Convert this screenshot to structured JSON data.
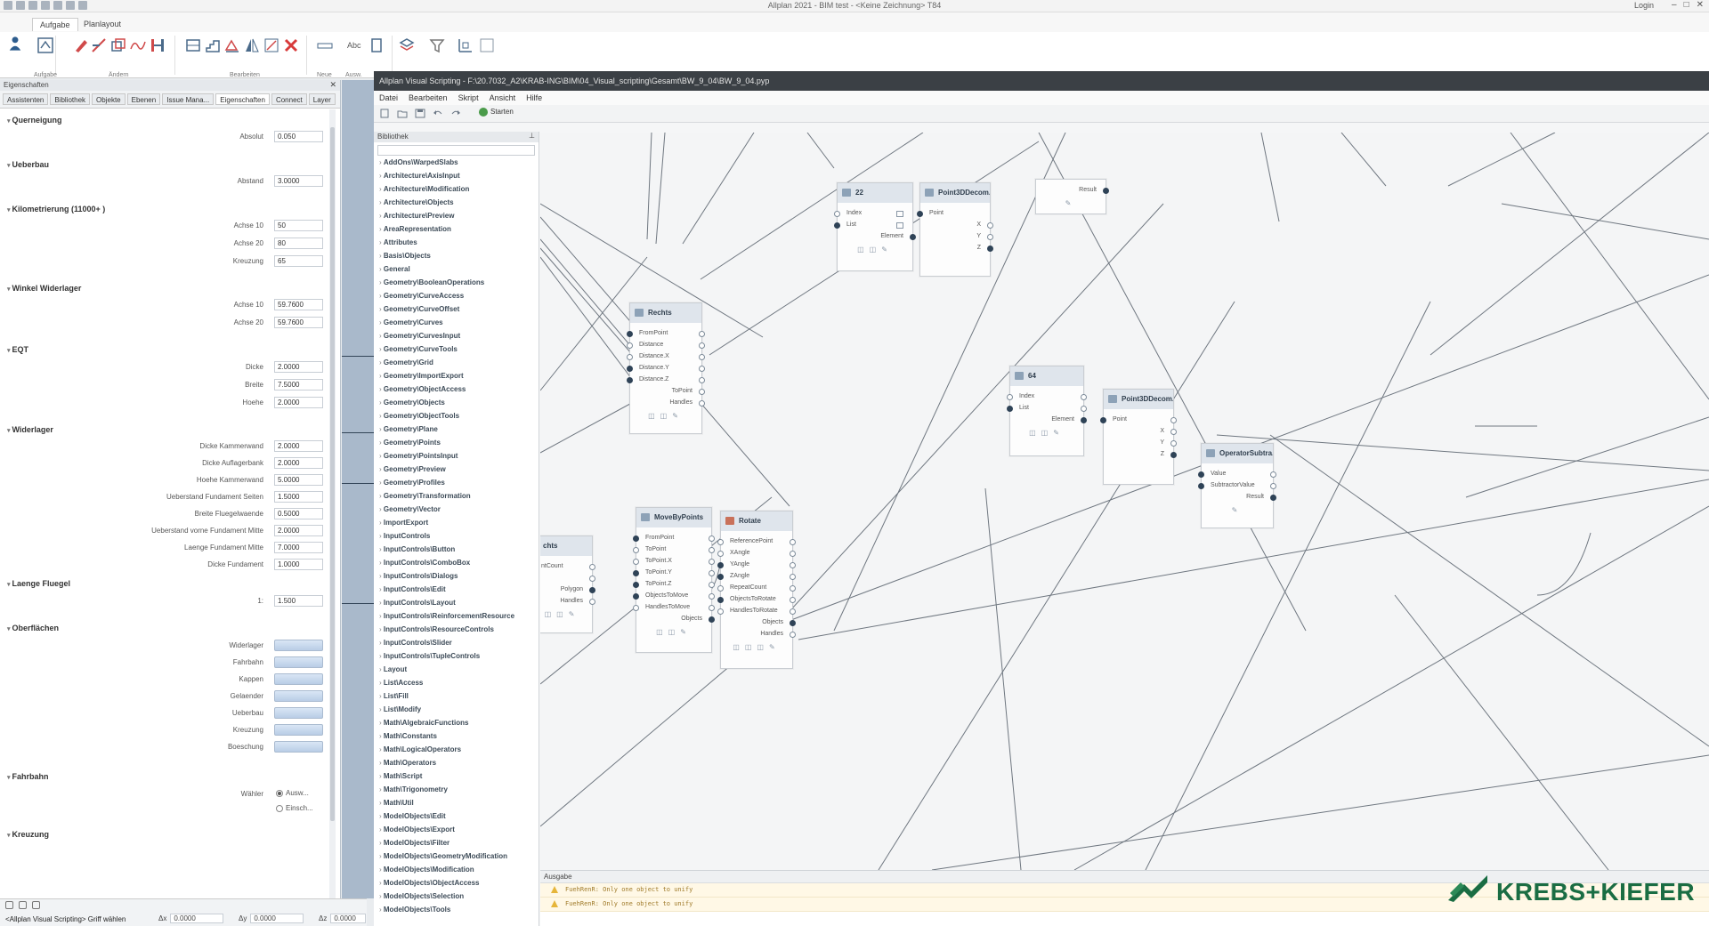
{
  "app": {
    "window_title": "Allplan 2021 - BIM test - <Keine Zeichnung> T84",
    "login": "Login"
  },
  "ribbon": {
    "tabs": [
      "Aufgabe",
      "Planlayout"
    ],
    "group_labels": [
      "Aufgabe",
      "Ändern",
      "Bearbeiten",
      "Neue",
      "Ausw."
    ]
  },
  "properties": {
    "header": "Eigenschaften",
    "tabs": [
      "Assistenten",
      "Bibliothek",
      "Objekte",
      "Ebenen",
      "Issue Mana...",
      "Eigenschaften",
      "Connect",
      "Layer"
    ],
    "sections": [
      {
        "title": "Querneigung",
        "rows": [
          {
            "label": "Absolut",
            "value": "0.050"
          }
        ]
      },
      {
        "title": "Ueberbau",
        "rows": [
          {
            "label": "Abstand",
            "value": "3.0000"
          }
        ]
      },
      {
        "title": "Kilometrierung (11000+ )",
        "rows": [
          {
            "label": "Achse 10",
            "value": "50"
          },
          {
            "label": "Achse 20",
            "value": "80"
          },
          {
            "label": "Kreuzung",
            "value": "65"
          }
        ]
      },
      {
        "title": "Winkel Widerlager",
        "rows": [
          {
            "label": "Achse 10",
            "value": "59.7600"
          },
          {
            "label": "Achse 20",
            "value": "59.7600"
          }
        ]
      },
      {
        "title": "EQT",
        "rows": [
          {
            "label": "Dicke",
            "value": "2.0000"
          },
          {
            "label": "Breite",
            "value": "7.5000"
          },
          {
            "label": "Hoehe",
            "value": "2.0000"
          }
        ]
      },
      {
        "title": "Widerlager",
        "rows": [
          {
            "label": "Dicke Kammerwand",
            "value": "2.0000"
          },
          {
            "label": "Dicke Auflagerbank",
            "value": "2.0000"
          },
          {
            "label": "Hoehe Kammerwand",
            "value": "5.0000"
          },
          {
            "label": "Ueberstand Fundament Seiten",
            "value": "1.5000"
          },
          {
            "label": "Breite Fluegelwaende",
            "value": "0.5000"
          },
          {
            "label": "Ueberstand vorne Fundament Mitte",
            "value": "2.0000"
          },
          {
            "label": "Laenge Fundament Mitte",
            "value": "7.0000"
          },
          {
            "label": "Dicke Fundament",
            "value": "1.0000"
          }
        ]
      },
      {
        "title": "Laenge Fluegel",
        "rows": [
          {
            "label": "1:",
            "value": "1.500"
          }
        ]
      },
      {
        "title": "Oberflächen",
        "swatches": [
          "Widerlager",
          "Fahrbahn",
          "Kappen",
          "Gelaender",
          "Ueberbau",
          "Kreuzung",
          "Boeschung"
        ]
      },
      {
        "title": "Fahrbahn",
        "radio_label": "Wähler",
        "radios": [
          "Ausw...",
          "Einsch..."
        ]
      },
      {
        "title": "Kreuzung"
      }
    ]
  },
  "statusbar": {
    "message": "<Allplan Visual Scripting> Griff wählen",
    "dx_label": "Δx",
    "dx_value": "0.0000",
    "dy_label": "Δy",
    "dy_value": "0.0000",
    "dz_label": "Δz",
    "dz_value": "0.0000"
  },
  "visual_scripting": {
    "title": "Allplan Visual Scripting - F:\\20.7032_A2\\KRAB-ING\\BIM\\04_Visual_scripting\\Gesamt\\BW_9_04\\BW_9_04.pyp",
    "menu": [
      "Datei",
      "Bearbeiten",
      "Skript",
      "Ansicht",
      "Hilfe"
    ],
    "start_label": "Starten",
    "library_title": "Bibliothek",
    "library_items": [
      "AddOns\\WarpedSlabs",
      "Architecture\\AxisInput",
      "Architecture\\Modification",
      "Architecture\\Objects",
      "Architecture\\Preview",
      "AreaRepresentation",
      "Attributes",
      "Basis\\Objects",
      "General",
      "Geometry\\BooleanOperations",
      "Geometry\\CurveAccess",
      "Geometry\\CurveOffset",
      "Geometry\\Curves",
      "Geometry\\CurvesInput",
      "Geometry\\CurveTools",
      "Geometry\\Grid",
      "Geometry\\ImportExport",
      "Geometry\\ObjectAccess",
      "Geometry\\Objects",
      "Geometry\\ObjectTools",
      "Geometry\\Plane",
      "Geometry\\Points",
      "Geometry\\PointsInput",
      "Geometry\\Preview",
      "Geometry\\Profiles",
      "Geometry\\Transformation",
      "Geometry\\Vector",
      "ImportExport",
      "InputControls",
      "InputControls\\Button",
      "InputControls\\ComboBox",
      "InputControls\\Dialogs",
      "InputControls\\Edit",
      "InputControls\\Layout",
      "InputControls\\ReinforcementResource",
      "InputControls\\ResourceControls",
      "InputControls\\Slider",
      "InputControls\\TupleControls",
      "Layout",
      "List\\Access",
      "List\\Fill",
      "List\\Modify",
      "Math\\AlgebraicFunctions",
      "Math\\Constants",
      "Math\\LogicalOperators",
      "Math\\Operators",
      "Math\\Script",
      "Math\\Trigonometry",
      "Math\\Util",
      "ModelObjects\\Edit",
      "ModelObjects\\Export",
      "ModelObjects\\Filter",
      "ModelObjects\\GeometryModification",
      "ModelObjects\\Modification",
      "ModelObjects\\ObjectAccess",
      "ModelObjects\\Selection",
      "ModelObjects\\Tools"
    ],
    "output_title": "Ausgabe",
    "output_rows": [
      "FuehRenR: Only one object to unify",
      "FuehRenR: Only one object to unify"
    ]
  },
  "nodes": {
    "n22": {
      "title": "22",
      "ports": [
        "Index",
        "List",
        "Element"
      ]
    },
    "p3d_a": {
      "title": "Point3DDecom...",
      "ports": [
        "Point",
        "X",
        "Y",
        "Z"
      ]
    },
    "res_top": {
      "ports": [
        "Result"
      ]
    },
    "rechts": {
      "title": "Rechts",
      "ports": [
        "FromPoint",
        "Distance",
        "Distance.X",
        "Distance.Y",
        "Distance.Z",
        "ToPoint",
        "Handles"
      ]
    },
    "n64": {
      "title": "64",
      "ports": [
        "Index",
        "List",
        "Element"
      ]
    },
    "p3d_b": {
      "title": "Point3DDecom...",
      "ports": [
        "Point",
        "X",
        "Y",
        "Z"
      ]
    },
    "opsub": {
      "title": "OperatorSubtra...",
      "ports": [
        "Value",
        "SubtractorValue",
        "Result"
      ]
    },
    "move": {
      "title": "MoveByPoints",
      "ports": [
        "FromPoint",
        "ToPoint",
        "ToPoint.X",
        "ToPoint.Y",
        "ToPoint.Z",
        "ObjectsToMove",
        "HandlesToMove",
        "Objects"
      ]
    },
    "rotate": {
      "title": "Rotate",
      "ports": [
        "ReferencePoint",
        "XAngle",
        "YAngle",
        "ZAngle",
        "RepeatCount",
        "ObjectsToRotate",
        "HandlesToRotate",
        "Objects",
        "Handles"
      ]
    },
    "partial": {
      "title": "chts",
      "ports": [
        "ntCount",
        "",
        "Polygon",
        "Handles"
      ]
    }
  },
  "logo": {
    "text": "KREBS+KIEFER",
    "color": "#1a6d43"
  }
}
